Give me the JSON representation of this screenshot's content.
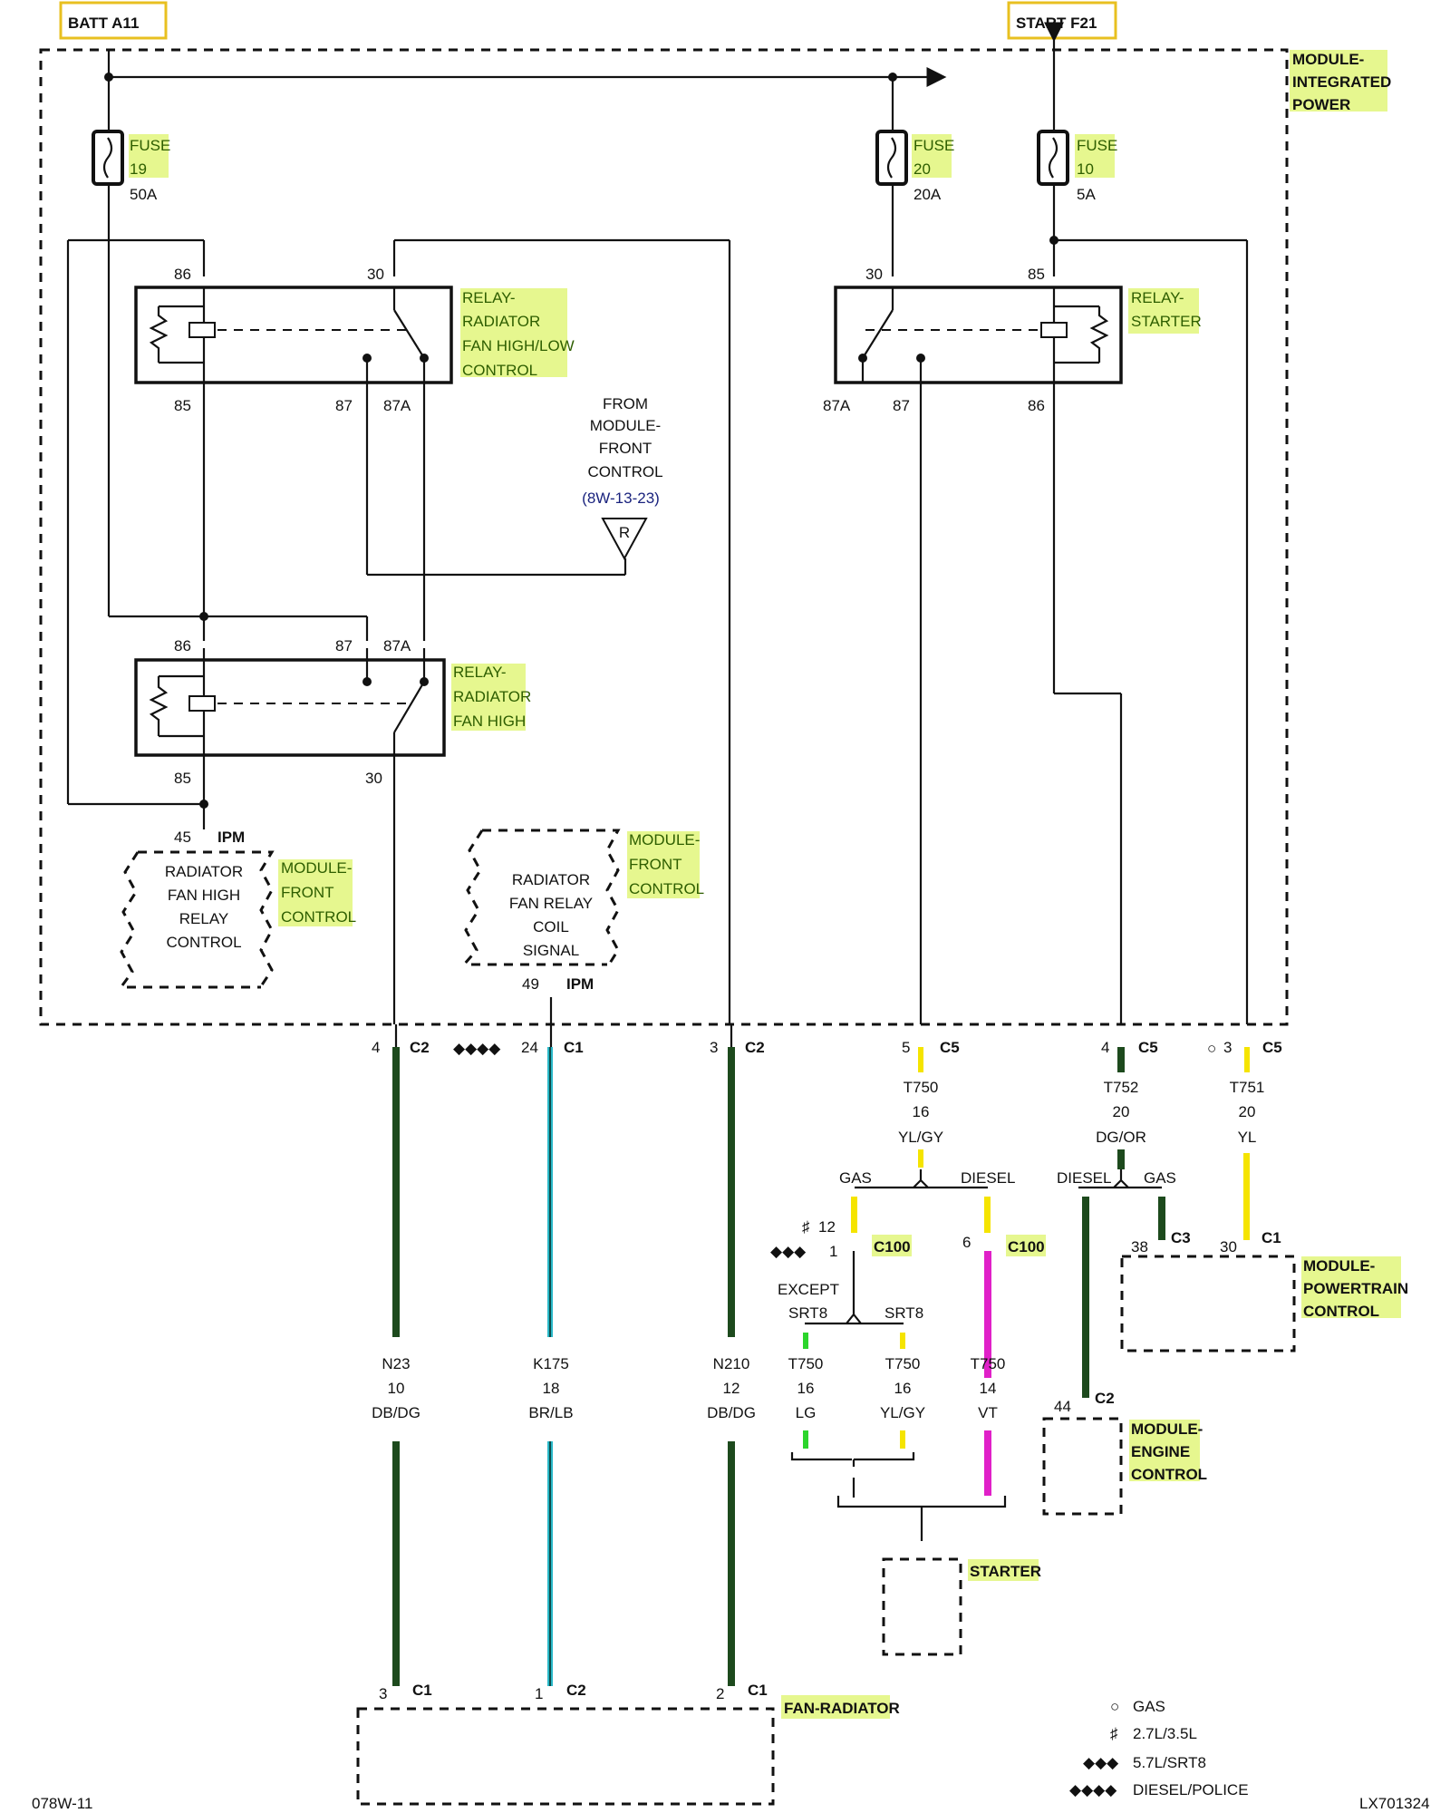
{
  "sources": {
    "batt": "BATT A11",
    "start": "START F21"
  },
  "modules": {
    "ipm": [
      "MODULE-",
      "INTEGRATED",
      "POWER"
    ],
    "pcm": [
      "MODULE-",
      "POWERTRAIN",
      "CONTROL"
    ],
    "ecm": [
      "MODULE-",
      "ENGINE",
      "CONTROL"
    ],
    "fcm": [
      "MODULE-",
      "FRONT",
      "CONTROL"
    ],
    "fcm2": [
      "MODULE-",
      "FRONT",
      "CONTROL"
    ],
    "starter": "STARTER",
    "fan": "FAN-RADIATOR"
  },
  "fuses": [
    {
      "label": "FUSE",
      "num": "19",
      "rating": "50A"
    },
    {
      "label": "FUSE",
      "num": "20",
      "rating": "20A"
    },
    {
      "label": "FUSE",
      "num": "10",
      "rating": "5A"
    }
  ],
  "relays": {
    "hilo": [
      "RELAY-",
      "RADIATOR",
      "FAN HIGH/LOW",
      "CONTROL"
    ],
    "high": [
      "RELAY-",
      "RADIATOR",
      "FAN HIGH"
    ],
    "starter": [
      "RELAY-",
      "STARTER"
    ]
  },
  "pins": {
    "p86a": "86",
    "p30a": "30",
    "p85a": "85",
    "p87a": "87",
    "p87Aa": "87A",
    "p86b": "86",
    "p87b": "87",
    "p87Ab": "87A",
    "p85b": "85",
    "p30b": "30",
    "p30c": "30",
    "p85c": "85",
    "p87Ac": "87A",
    "p87c": "87",
    "p86c": "86",
    "p45": "45",
    "p49": "49",
    "ipm": "IPM"
  },
  "from_fcm": {
    "lines": [
      "FROM",
      "MODULE-",
      "FRONT",
      "CONTROL"
    ],
    "ref": "(8W-13-23)",
    "tag": "R"
  },
  "internal_blocks": {
    "fan_high_ctrl": [
      "RADIATOR",
      "FAN HIGH",
      "RELAY",
      "CONTROL"
    ],
    "fan_relay_coil": [
      "RADIATOR",
      "FAN RELAY",
      "COIL",
      "SIGNAL"
    ]
  },
  "connectors": {
    "c2a": {
      "pin": "4",
      "conn": "C2"
    },
    "c1a": {
      "pin": "24",
      "conn": "C1"
    },
    "c2b": {
      "pin": "3",
      "conn": "C2"
    },
    "c5a": {
      "pin": "5",
      "conn": "C5"
    },
    "c5b": {
      "pin": "4",
      "conn": "C5"
    },
    "c5c": {
      "pin": "3",
      "conn": "C5"
    },
    "c100a_top": "12",
    "c100a": {
      "pin": "1",
      "conn": "C100"
    },
    "c100b": {
      "pin": "6",
      "conn": "C100"
    },
    "c3": {
      "pin": "38",
      "conn": "C3"
    },
    "c1b": {
      "pin": "30",
      "conn": "C1"
    },
    "c2ecm": {
      "pin": "44",
      "conn": "C2"
    },
    "fan1": {
      "pin": "3",
      "conn": "C1"
    },
    "fan2": {
      "pin": "1",
      "conn": "C2"
    },
    "fan3": {
      "pin": "2",
      "conn": "C1"
    }
  },
  "wires": [
    {
      "circuit": "N23",
      "gauge": "10",
      "color": "DB/DG"
    },
    {
      "circuit": "K175",
      "gauge": "18",
      "color": "BR/LB"
    },
    {
      "circuit": "N210",
      "gauge": "12",
      "color": "DB/DG"
    },
    {
      "circuit": "T750",
      "gauge": "16",
      "color": "YL/GY"
    },
    {
      "circuit": "T752",
      "gauge": "20",
      "color": "DG/OR"
    },
    {
      "circuit": "T751",
      "gauge": "20",
      "color": "YL"
    },
    {
      "circuit": "T750",
      "gauge": "16",
      "color": "LG"
    },
    {
      "circuit": "T750",
      "gauge": "16",
      "color": "YL/GY"
    },
    {
      "circuit": "T750",
      "gauge": "14",
      "color": "VT"
    }
  ],
  "splits": {
    "gas1": "GAS",
    "diesel1": "DIESEL",
    "diesel2": "DIESEL",
    "gas2": "GAS",
    "except_srt8": [
      "EXCEPT",
      "SRT8"
    ],
    "srt8": "SRT8"
  },
  "legend": [
    {
      "symbol": "○",
      "text": "GAS"
    },
    {
      "symbol": "♯",
      "text": "2.7L/3.5L"
    },
    {
      "symbol": "◆◆◆",
      "text": "5.7L/SRT8"
    },
    {
      "symbol": "◆◆◆◆",
      "text": "DIESEL/POLICE"
    }
  ],
  "marks": {
    "four_diamond": "◆◆◆◆",
    "three_diamond": "◆◆◆",
    "hash": "♯",
    "circle": "○"
  },
  "footer": {
    "left": "078W-11",
    "right": "LX701324"
  },
  "colors": {
    "highlight": "#e6f78f",
    "yellow": "#f5e400",
    "green": "#2cd52c",
    "cyan": "#2ab8c8",
    "violet": "#e020c8",
    "darkgreen": "#1d4a1d"
  }
}
